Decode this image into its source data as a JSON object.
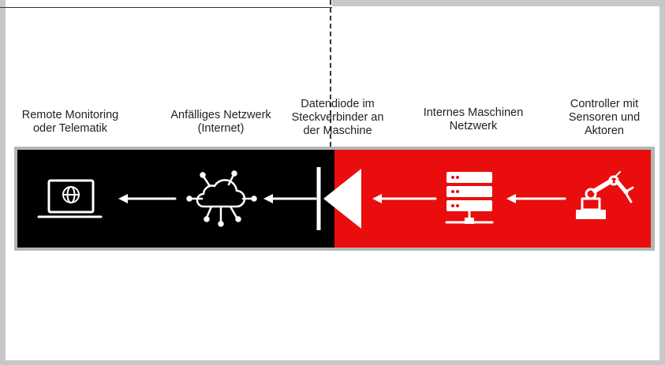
{
  "labels": {
    "remote": [
      "Remote Monitoring",
      "oder Telematik"
    ],
    "netzwerk": [
      "Anfälliges Netzwerk",
      "(Internet)"
    ],
    "diode": [
      "Datendiode im",
      "Steckverbinder an",
      "der Maschine"
    ],
    "intern": [
      "Internes Maschinen",
      "Netzwerk"
    ],
    "controller": [
      "Controller mit",
      "Sensoren und",
      "Aktoren"
    ]
  },
  "colors": {
    "untrusted_zone": "#000000",
    "trusted_zone": "#ea0d0d",
    "icon": "#ffffff"
  },
  "icons": {
    "remote": "laptop-globe-icon",
    "netzwerk": "cloud-network-icon",
    "diode": "data-diode-icon",
    "intern": "server-rack-icon",
    "controller": "robot-arm-icon"
  }
}
